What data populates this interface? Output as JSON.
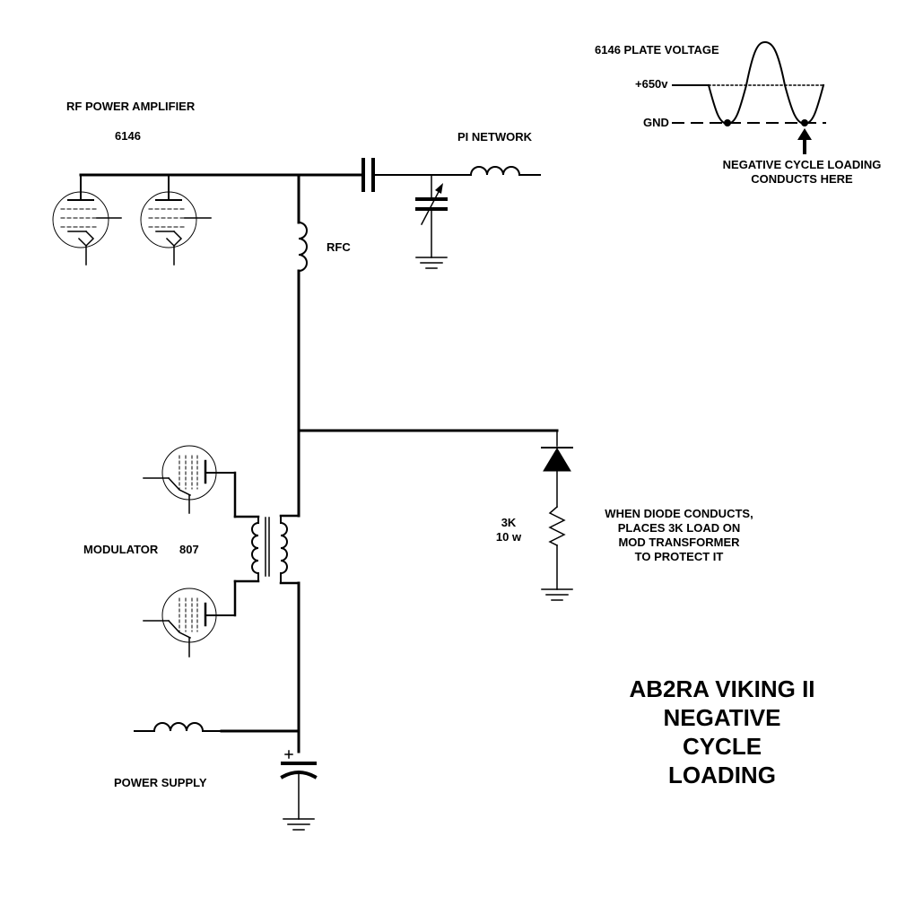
{
  "labels": {
    "rf_amp": "RF POWER AMPLIFIER",
    "rf_tube": "6146",
    "pi_network": "PI NETWORK",
    "rfc": "RFC",
    "modulator": "MODULATOR",
    "mod_tube": "807",
    "power_supply": "POWER SUPPLY",
    "resistor_value": "3K",
    "resistor_power": "10 w",
    "note_lines": [
      "WHEN DIODE CONDUCTS,",
      "PLACES 3K LOAD ON",
      "MOD TRANSFORMER",
      "TO PROTECT IT"
    ]
  },
  "waveform": {
    "title": "6146 PLATE VOLTAGE",
    "level_high": "+650v",
    "level_gnd": "GND",
    "callout_lines": [
      "NEGATIVE CYCLE LOADING",
      "CONDUCTS HERE"
    ]
  },
  "title_lines": [
    "AB2RA VIKING II",
    "NEGATIVE",
    "CYCLE",
    "LOADING"
  ],
  "colors": {
    "ink": "#000000",
    "background": "#ffffff"
  }
}
